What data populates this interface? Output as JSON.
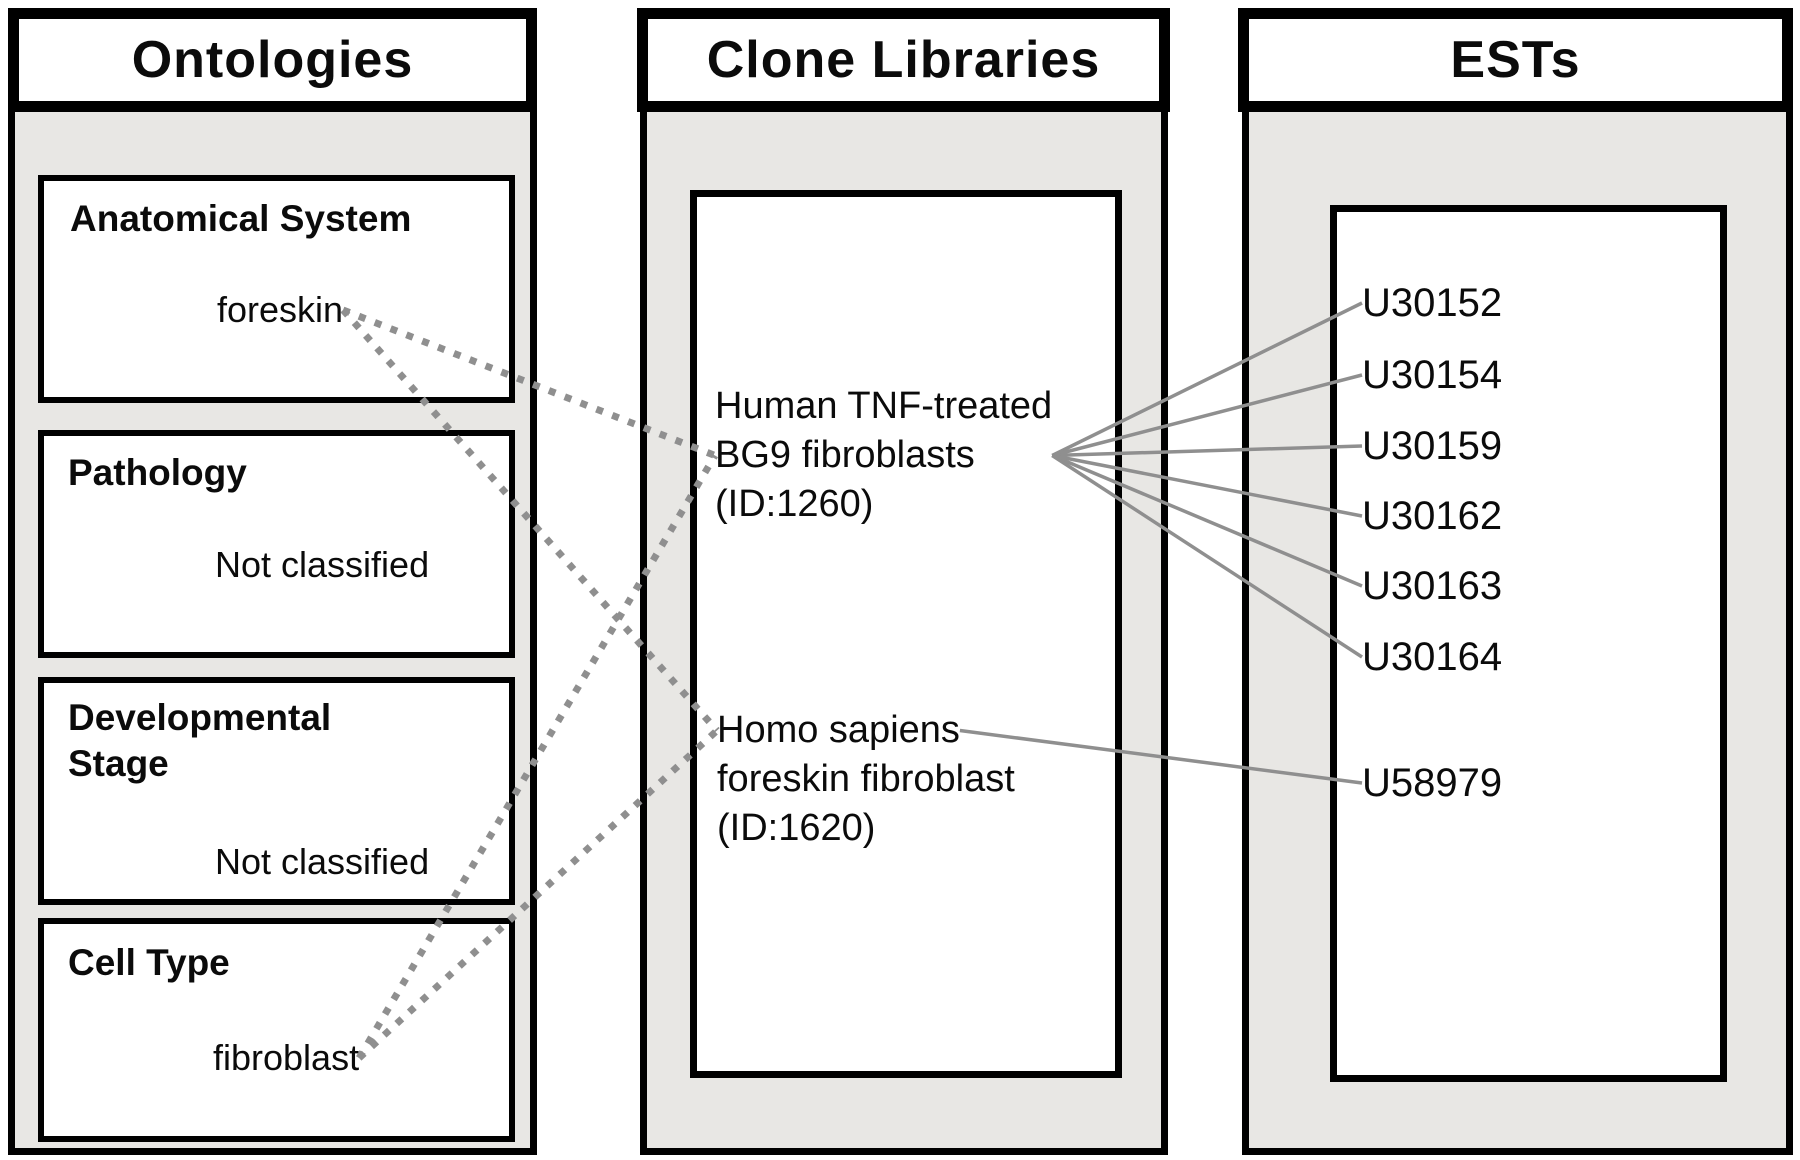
{
  "diagram": {
    "ontologies": {
      "title": "Ontologies",
      "boxes": [
        {
          "label": "Anatomical System",
          "value": "foreskin"
        },
        {
          "label": "Pathology",
          "value": "Not classified"
        },
        {
          "label": "Developmental Stage",
          "value": "Not classified"
        },
        {
          "label": "Cell Type",
          "value": "fibroblast"
        }
      ]
    },
    "clone_libraries": {
      "title": "Clone Libraries",
      "libraries": [
        {
          "lines": [
            "Human TNF-treated",
            "BG9 fibroblasts",
            "(ID:1260)"
          ]
        },
        {
          "lines": [
            "Homo sapiens",
            "foreskin fibroblast",
            "(ID:1620)"
          ]
        }
      ]
    },
    "ests": {
      "title": "ESTs",
      "items": [
        "U30152",
        "U30154",
        "U30159",
        "U30162",
        "U30163",
        "U30164",
        "U58979"
      ]
    }
  },
  "edges": [
    {
      "from": "term-foreskin",
      "to": "lib-1",
      "style": "dotted"
    },
    {
      "from": "term-foreskin",
      "to": "lib-2-line-1",
      "style": "dotted"
    },
    {
      "from": "term-fibroblast",
      "to": "lib-1",
      "style": "dotted"
    },
    {
      "from": "term-fibroblast",
      "to": "lib-2-line-1",
      "style": "dotted"
    },
    {
      "from": "lib-1",
      "to": "est-0",
      "style": "solid"
    },
    {
      "from": "lib-1",
      "to": "est-1",
      "style": "solid"
    },
    {
      "from": "lib-1",
      "to": "est-2",
      "style": "solid"
    },
    {
      "from": "lib-1",
      "to": "est-3",
      "style": "solid"
    },
    {
      "from": "lib-1",
      "to": "est-4",
      "style": "solid"
    },
    {
      "from": "lib-1",
      "to": "est-5",
      "style": "solid"
    },
    {
      "from": "lib-2-line-1",
      "to": "est-6",
      "style": "solid"
    }
  ],
  "colors": {
    "panel_bg": "#e8e7e4",
    "line_gray": "#8f8f8f",
    "border": "#000000",
    "text": "#0b0b0b"
  }
}
